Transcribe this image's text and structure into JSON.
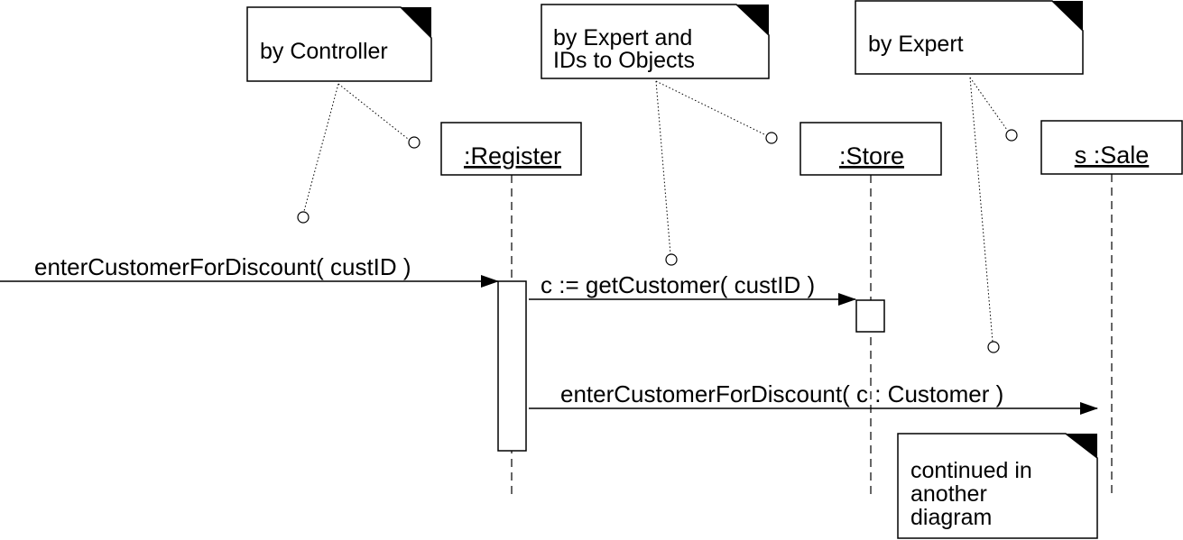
{
  "notes": {
    "controller": [
      "by Controller"
    ],
    "expert_ids": [
      "by Expert and",
      "IDs to Objects"
    ],
    "expert": [
      "by Expert"
    ],
    "continued": [
      "continued in",
      "another",
      "diagram"
    ]
  },
  "lifelines": {
    "register": ":Register",
    "store": ":Store",
    "sale": "s :Sale"
  },
  "messages": {
    "enter_customer": "enterCustomerForDiscount( custID )",
    "get_customer": "c := getCustomer( custID )",
    "enter_customer_sale": "enterCustomerForDiscount( c : Customer )"
  }
}
